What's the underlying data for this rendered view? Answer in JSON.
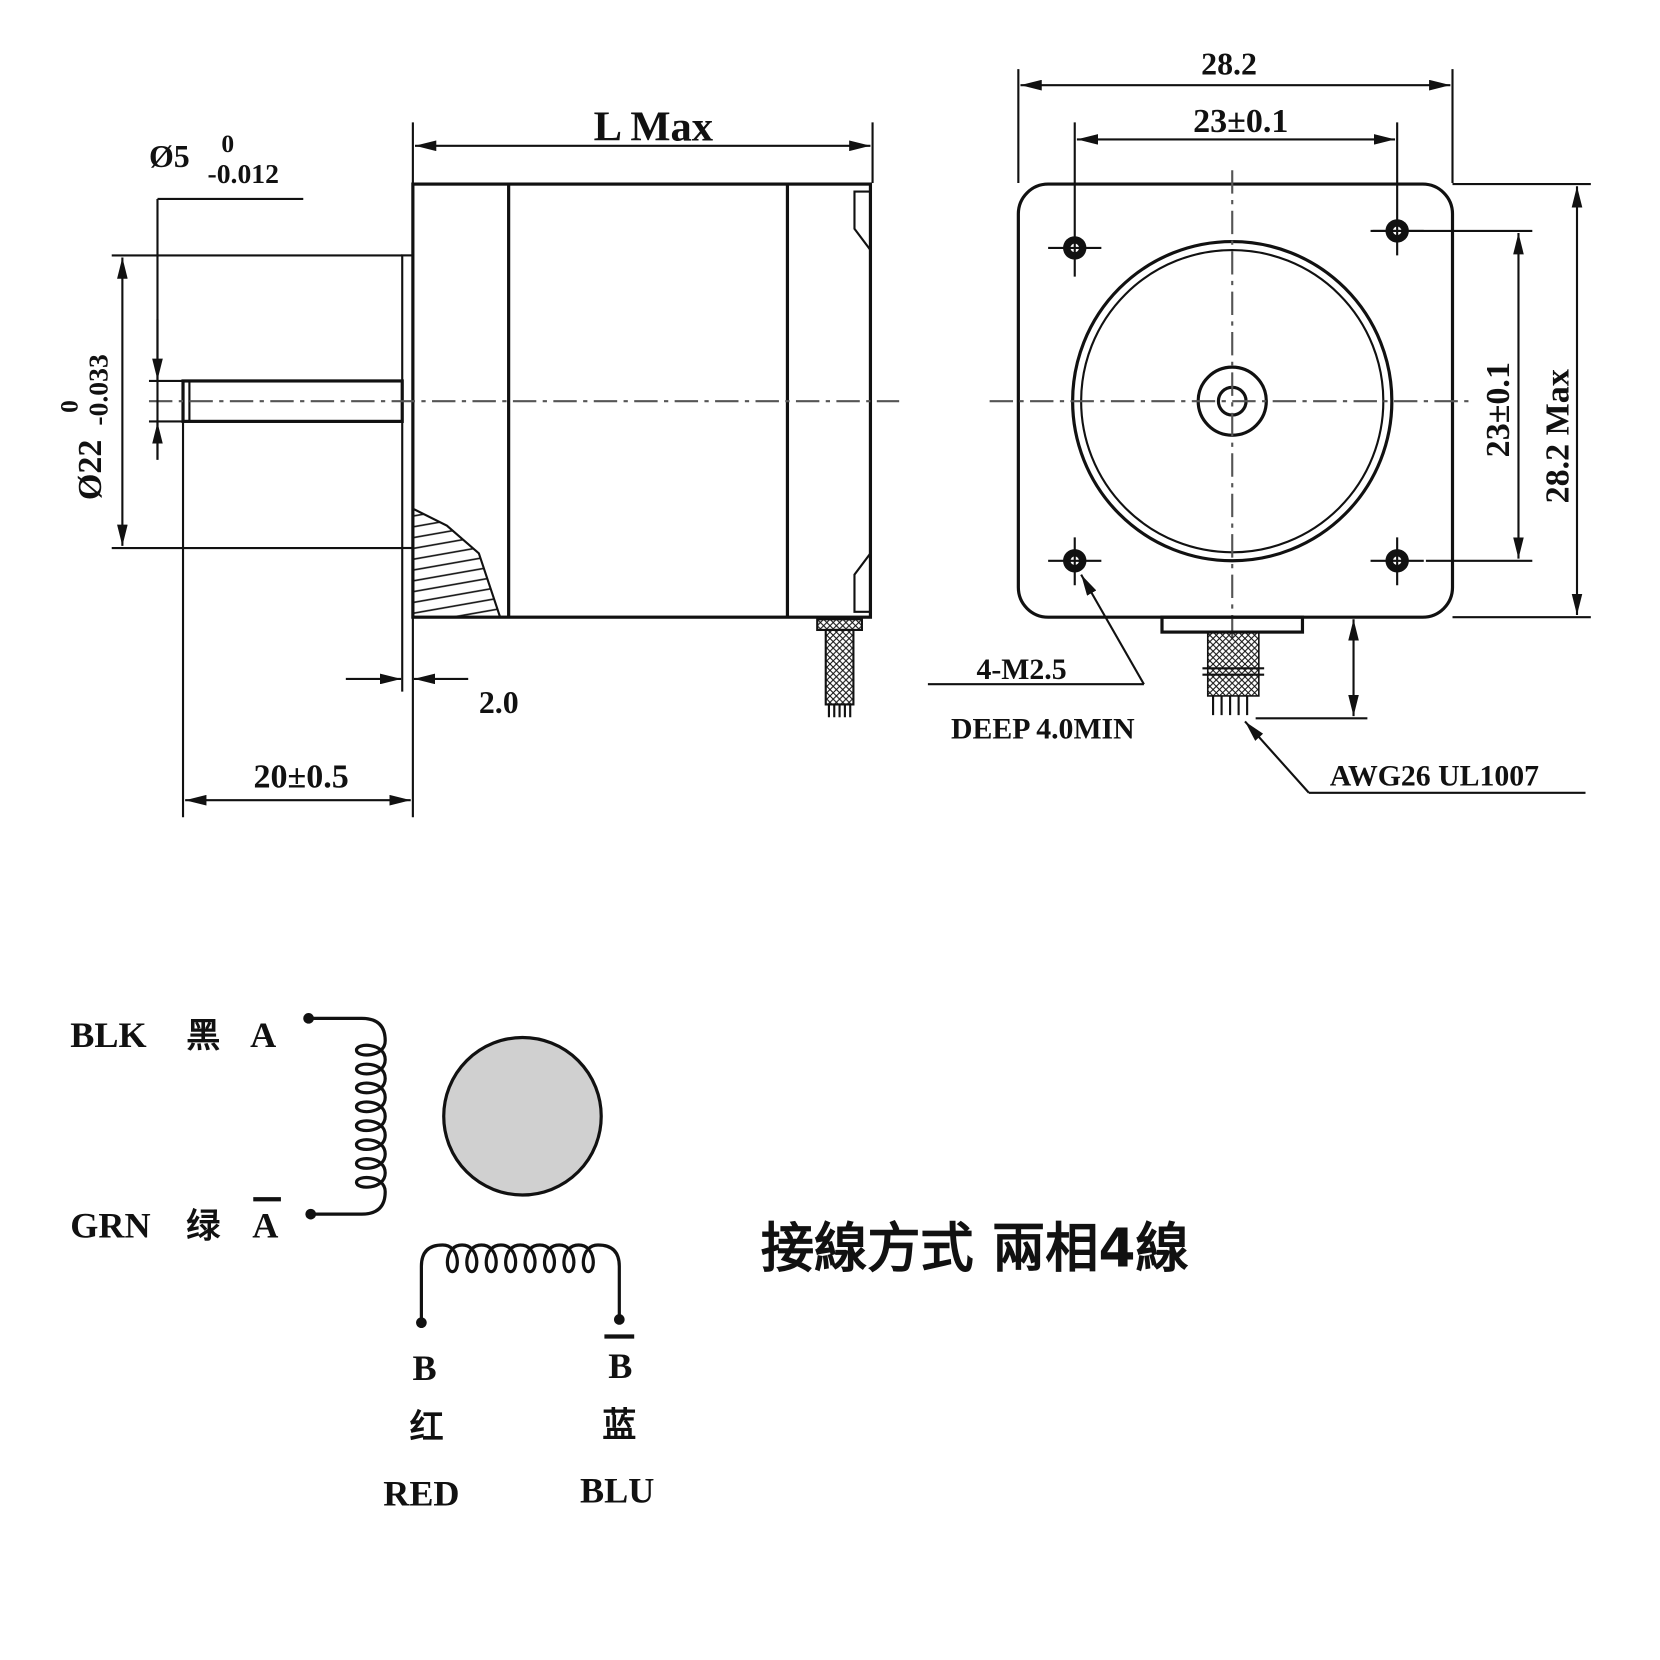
{
  "side_view": {
    "shaft_diameter": "Ø5",
    "shaft_tol_upper": "0",
    "shaft_tol_lower": "-0.012",
    "pilot_diameter": "Ø22",
    "pilot_tol_upper": "0",
    "pilot_tol_lower": "-0.033",
    "length": "L Max",
    "pilot_height": "2.0",
    "shaft_length": "20±0.5"
  },
  "front_view": {
    "width": "28.2",
    "hole_spacing_h": "23±0.1",
    "hole_spacing_v": "23±0.1",
    "height": "28.2 Max",
    "holes": "4-M2.5",
    "hole_depth": "DEEP 4.0MIN",
    "wire": "AWG26 UL1007"
  },
  "wiring": {
    "title": "接線方式 兩相4線",
    "a_plus": {
      "color_en": "BLK",
      "color_cn": "黑",
      "phase": "A"
    },
    "a_minus": {
      "color_en": "GRN",
      "color_cn": "绿",
      "phase": "A"
    },
    "b_plus": {
      "color_en": "RED",
      "color_cn": "红",
      "phase": "B"
    },
    "b_minus": {
      "color_en": "BLU",
      "color_cn": "蓝",
      "phase": "B"
    },
    "rotor_color": "#d0d0d0"
  }
}
